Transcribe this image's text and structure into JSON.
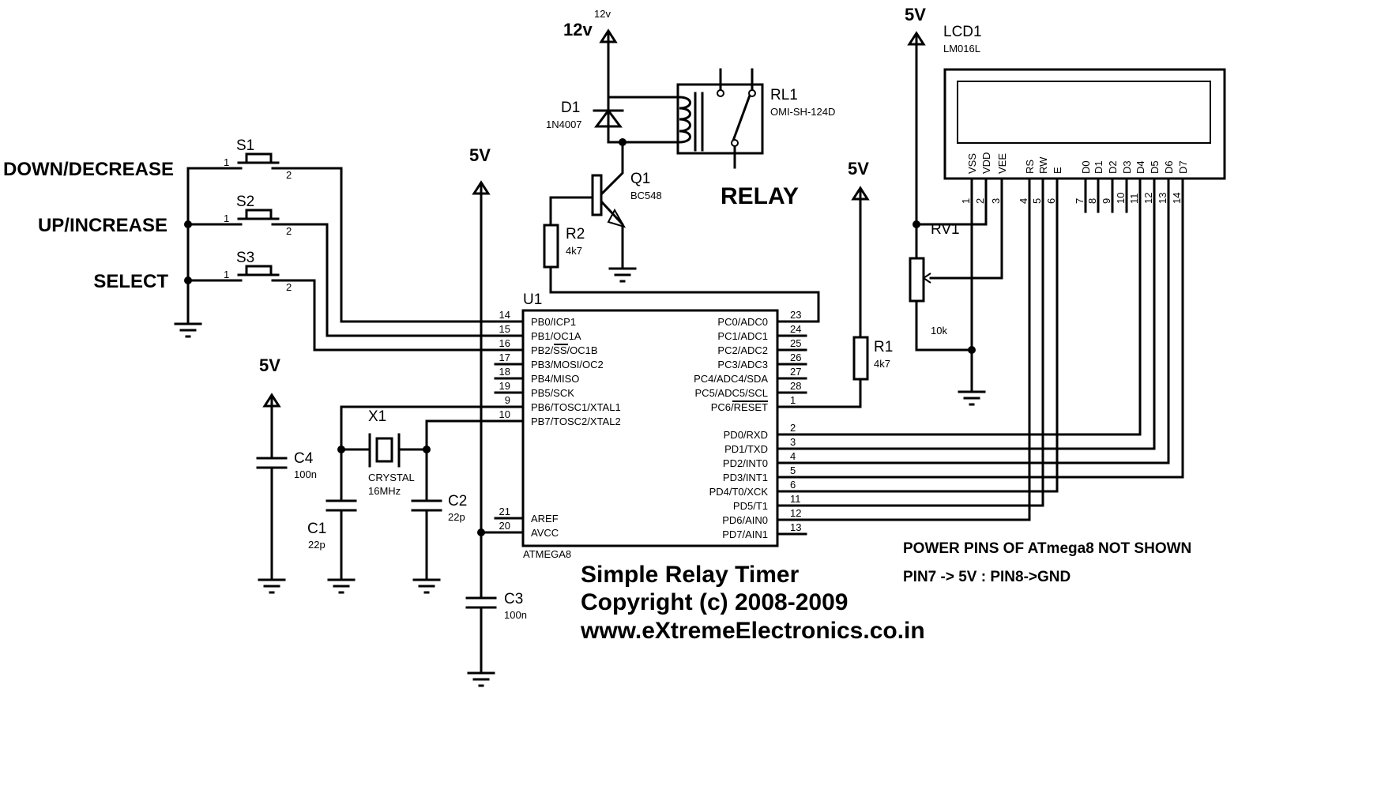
{
  "title": {
    "line1": "Simple Relay Timer",
    "line2": "Copyright (c) 2008-2009",
    "line3": "www.eXtremeElectronics.co.in"
  },
  "notes": {
    "power_pins": "POWER PINS OF ATmega8 NOT SHOWN",
    "pin_map": "PIN7 -> 5V : PIN8->GND"
  },
  "rails": {
    "v12_big": "12v",
    "v12_small": "12v",
    "v5_top": "5V",
    "v5_mid": "5V",
    "v5_r1": "5V",
    "v5_c4": "5V"
  },
  "buttons": [
    {
      "ref": "S1",
      "label": "DOWN/DECREASE",
      "pin1": "1",
      "pin2": "2"
    },
    {
      "ref": "S2",
      "label": "UP/INCREASE",
      "pin1": "1",
      "pin2": "2"
    },
    {
      "ref": "S3",
      "label": "SELECT",
      "pin1": "1",
      "pin2": "2"
    }
  ],
  "mcu": {
    "ref": "U1",
    "part": "ATMEGA8",
    "left_pins": [
      {
        "num": "14",
        "name": "PB0/ICP1"
      },
      {
        "num": "15",
        "name": "PB1/OC1A"
      },
      {
        "num": "16",
        "name": "PB2/SS/OC1B"
      },
      {
        "num": "17",
        "name": "PB3/MOSI/OC2"
      },
      {
        "num": "18",
        "name": "PB4/MISO"
      },
      {
        "num": "19",
        "name": "PB5/SCK"
      },
      {
        "num": "9",
        "name": "PB6/TOSC1/XTAL1"
      },
      {
        "num": "10",
        "name": "PB7/TOSC2/XTAL2"
      },
      {
        "num": "21",
        "name": "AREF"
      },
      {
        "num": "20",
        "name": "AVCC"
      }
    ],
    "right_pins": [
      {
        "num": "23",
        "name": "PC0/ADC0"
      },
      {
        "num": "24",
        "name": "PC1/ADC1"
      },
      {
        "num": "25",
        "name": "PC2/ADC2"
      },
      {
        "num": "26",
        "name": "PC3/ADC3"
      },
      {
        "num": "27",
        "name": "PC4/ADC4/SDA"
      },
      {
        "num": "28",
        "name": "PC5/ADC5/SCL"
      },
      {
        "num": "1",
        "name": "PC6/RESET"
      },
      {
        "num": "2",
        "name": "PD0/RXD"
      },
      {
        "num": "3",
        "name": "PD1/TXD"
      },
      {
        "num": "4",
        "name": "PD2/INT0"
      },
      {
        "num": "5",
        "name": "PD3/INT1"
      },
      {
        "num": "6",
        "name": "PD4/T0/XCK"
      },
      {
        "num": "11",
        "name": "PD5/T1"
      },
      {
        "num": "12",
        "name": "PD6/AIN0"
      },
      {
        "num": "13",
        "name": "PD7/AIN1"
      }
    ]
  },
  "components": {
    "D1": {
      "ref": "D1",
      "value": "1N4007"
    },
    "Q1": {
      "ref": "Q1",
      "value": "BC548"
    },
    "R2": {
      "ref": "R2",
      "value": "4k7"
    },
    "R1": {
      "ref": "R1",
      "value": "4k7"
    },
    "RL1": {
      "ref": "RL1",
      "value": "OMI-SH-124D",
      "caption": "RELAY"
    },
    "X1": {
      "ref": "X1",
      "value1": "CRYSTAL",
      "value2": "16MHz"
    },
    "C1": {
      "ref": "C1",
      "value": "22p"
    },
    "C2": {
      "ref": "C2",
      "value": "22p"
    },
    "C3": {
      "ref": "C3",
      "value": "100n"
    },
    "C4": {
      "ref": "C4",
      "value": "100n"
    },
    "RV1": {
      "ref": "RV1",
      "value": "10k"
    }
  },
  "lcd": {
    "ref": "LCD1",
    "part": "LM016L",
    "pins": [
      {
        "num": "1",
        "name": "VSS"
      },
      {
        "num": "2",
        "name": "VDD"
      },
      {
        "num": "3",
        "name": "VEE"
      },
      {
        "num": "4",
        "name": "RS"
      },
      {
        "num": "5",
        "name": "RW"
      },
      {
        "num": "6",
        "name": "E"
      },
      {
        "num": "7",
        "name": "D0"
      },
      {
        "num": "8",
        "name": "D1"
      },
      {
        "num": "9",
        "name": "D2"
      },
      {
        "num": "10",
        "name": "D3"
      },
      {
        "num": "11",
        "name": "D4"
      },
      {
        "num": "12",
        "name": "D5"
      },
      {
        "num": "13",
        "name": "D6"
      },
      {
        "num": "14",
        "name": "D7"
      }
    ]
  }
}
